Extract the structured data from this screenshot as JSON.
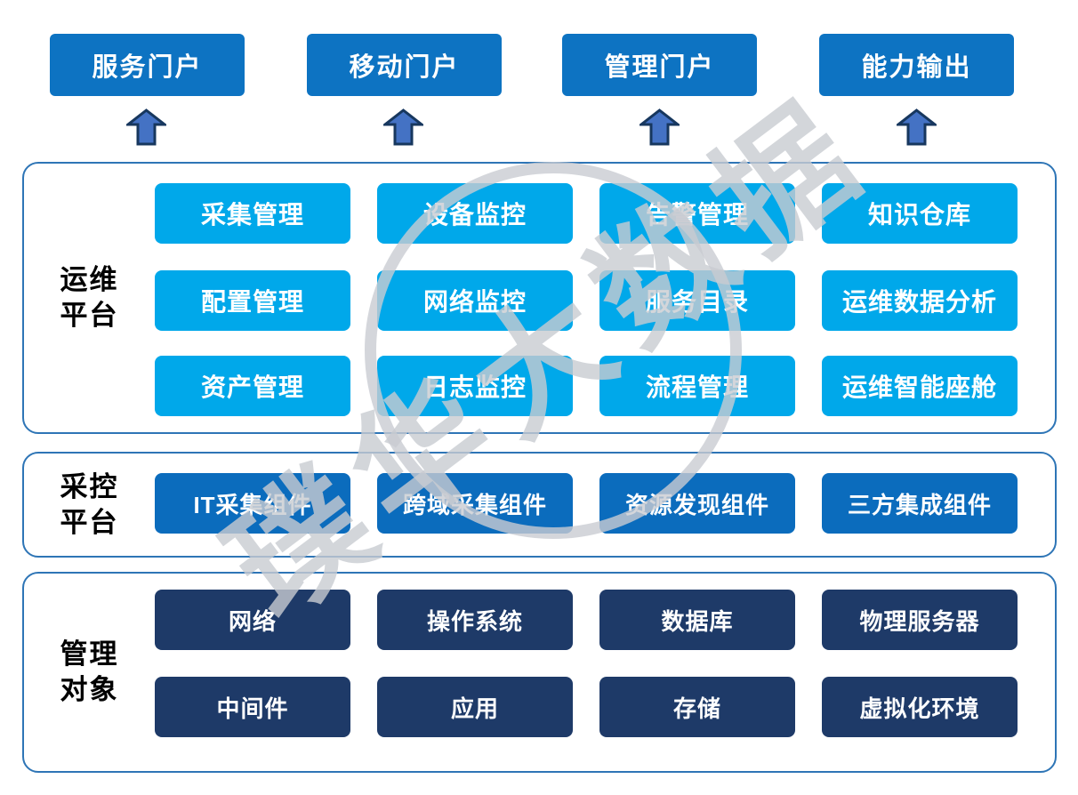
{
  "portals": [
    "服务门户",
    "移动门户",
    "管理门户",
    "能力输出"
  ],
  "sections": [
    {
      "label_lines": [
        "运维",
        "平台"
      ],
      "rows": [
        [
          "采集管理",
          "设备监控",
          "告警管理",
          "知识仓库"
        ],
        [
          "配置管理",
          "网络监控",
          "服务目录",
          "运维数据分析"
        ],
        [
          "资产管理",
          "日志监控",
          "流程管理",
          "运维智能座舱"
        ]
      ]
    },
    {
      "label_lines": [
        "采控",
        "平台"
      ],
      "rows": [
        [
          "IT采集组件",
          "跨域采集组件",
          "资源发现组件",
          "三方集成组件"
        ]
      ]
    },
    {
      "label_lines": [
        "管理",
        "对象"
      ],
      "rows": [
        [
          "网络",
          "操作系统",
          "数据库",
          "物理服务器"
        ],
        [
          "中间件",
          "应用",
          "存储",
          "虚拟化环境"
        ]
      ]
    }
  ],
  "watermark": {
    "text": "璞华大数据"
  },
  "colors": {
    "portal_blue": "#0d73c2",
    "component_blue": "#0b6cbd",
    "module_cyan": "#00a8ea",
    "object_navy": "#1e3a68",
    "arrow_fill": "#4472c4",
    "arrow_border": "#17375e",
    "container_border": "#2e75b6",
    "watermark_gray": "#c9ccd2"
  }
}
